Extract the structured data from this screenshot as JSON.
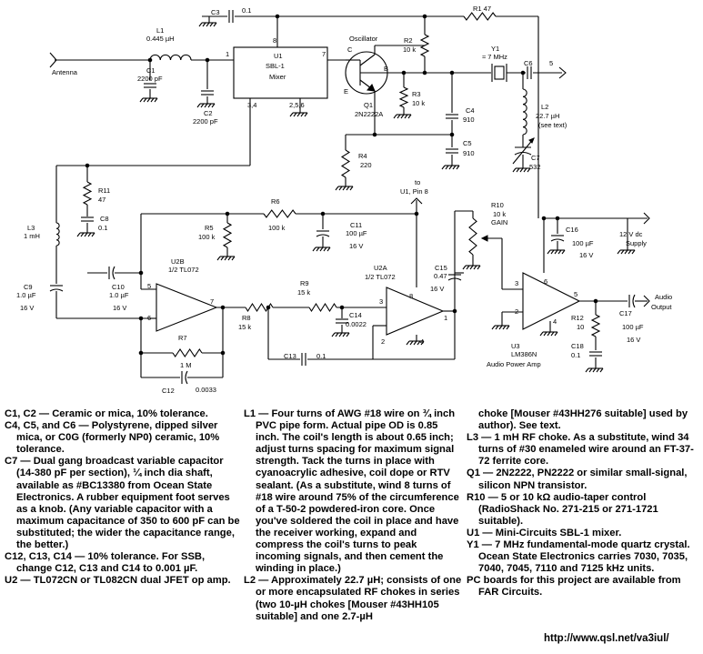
{
  "schematic": {
    "labels": {
      "c3": "C3",
      "c3_val": "0.1",
      "r1": "R1 47",
      "l1": "L1",
      "l1_val": "0.445 µH",
      "c1": "C1",
      "c1_val": "2200 pF",
      "c2": "C2",
      "c2_val": "2200 pF",
      "antenna": "Antenna",
      "u1": "U1",
      "u1_type": "SBL-1",
      "u1_role": "Mixer",
      "u1_pin1": "1",
      "u1_pin8": "8",
      "u1_pin7": "7",
      "u1_pin34": "3,4",
      "u1_pin256": "2,5,6",
      "oscillator": "Oscillator",
      "q1_c": "C",
      "q1_b": "B",
      "q1_e": "E",
      "q1": "Q1",
      "q1_type": "2N2222A",
      "r2": "R2",
      "r2_val": "10 k",
      "r3": "R3",
      "r3_val": "10 k",
      "r4": "R4",
      "r4_val": "220",
      "y1": "Y1",
      "y1_val": "≈ 7 MHz",
      "c4": "C4",
      "c4_val": "910",
      "c5": "C5",
      "c5_val": "910",
      "c6": "C6",
      "c6_pin": "5",
      "l2": "L2",
      "l2_val": "22.7 µH",
      "l2_note": "(see text)",
      "c7": "C7",
      "c7_val": "532",
      "r11": "R11",
      "r11_val": "47",
      "c8": "C8",
      "c8_val": "0.1",
      "l3": "L3",
      "l3_val": "1 mH",
      "r6": "R6",
      "r6_val": "100 k",
      "r5": "R5",
      "r5_val": "100 k",
      "c11": "C11",
      "c11_v1": "100 µF",
      "c11_v2": "16 V",
      "to": "to",
      "to_pin": "U1, Pin 8",
      "r10": "R10",
      "r10_val": "10 k",
      "r10_gain": "GAIN",
      "c16": "C16",
      "c16_v1": "100 µF",
      "c16_v2": "16 V",
      "supply_v": "12   V dc",
      "supply": "Supply",
      "c9": "C9",
      "c9_v1": "1.0 µF",
      "c9_v2": "16 V",
      "c10": "C10",
      "c10_v1": "1.0 µF",
      "c10_v2": "16 V",
      "u2b": "U2B",
      "u2b_type": "1/2 TL072",
      "u2b_p5": "5",
      "u2b_p6": "6",
      "u2b_p7": "7",
      "r8": "R8",
      "r8_val": "15 k",
      "r9": "R9",
      "r9_val": "15 k",
      "u2a": "U2A",
      "u2a_type": "1/2 TL072",
      "c14": "C14",
      "c14_val": "0.0022",
      "u2a_p3": "3",
      "u2a_p8": "8",
      "u2a_p2": "2",
      "u2a_p4": "4",
      "u2a_p1": "1",
      "c15": "C15",
      "c15_v1": "0.47",
      "c15_v2": "16 V",
      "r7": "R7",
      "r7_val": "1 M",
      "c13": "C13",
      "c13_val": "0.1",
      "c12": "C12",
      "c12_val": "0.0033",
      "u3_p3": "3",
      "u3_p2": "2",
      "u3_p6": "6",
      "u3_p4": "4",
      "u3_p5": "5",
      "u3": "U3",
      "u3_type": "LM386N",
      "u3_role": "Audio Power Amp",
      "r12": "R12",
      "r12_val": "10",
      "c18": "C18",
      "c18_val": "0.1",
      "c17": "C17",
      "c17_v1": "100 µF",
      "c17_v2": "16 V",
      "audio": "Audio",
      "output": "Output"
    }
  },
  "notes": {
    "col1": [
      "C1, C2 — Ceramic or mica, 10% tolerance.",
      "C4, C5, and C6 — Polystyrene, dipped silver mica, or C0G (formerly NP0) ceramic, 10% tolerance.",
      "C7 — Dual gang broadcast variable capacitor (14-380 pF per section), ¼ inch dia shaft, available as #BC13380 from Ocean State Electronics. A rubber equipment foot serves as a knob. (Any variable capacitor with a maximum capacitance of 350 to 600 pF can be substituted; the wider the capacitance range, the better.)",
      "C12, C13, C14 — 10% tolerance. For SSB, change C12, C13 and C14 to 0.001 µF.",
      "U2 — TL072CN or TL082CN dual JFET op amp."
    ],
    "col2": [
      "L1 — Four turns of AWG #18 wire on ¾ inch PVC pipe form. Actual pipe OD is 0.85 inch. The coil's length is about 0.65 inch; adjust turns spacing for maximum signal strength. Tack the turns in place with cyanoacrylic adhesive, coil dope or RTV sealant. (As a substitute, wind 8 turns of #18 wire around 75% of the circumference of a T-50-2 powdered-iron core. Once you've soldered the coil in place and have the receiver working, expand and compress the coil's turns to peak incoming signals, and then cement the winding in place.)",
      "L2 — Approximately 22.7 µH; consists of one or more encapsulated RF chokes in series (two 10-µH chokes [Mouser #43HH105 suitable] and one 2.7-µH"
    ],
    "col3": [
      "choke [Mouser #43HH276 suitable] used by author). See text.",
      "L3 — 1 mH RF choke. As a substitute, wind 34 turns of #30 enameled wire around an FT-37-72 ferrite core.",
      "Q1 — 2N2222, PN2222 or similar small-signal, silicon NPN transistor.",
      "R10 — 5 or 10 kΩ audio-taper control (RadioShack No. 271-215 or 271-1721 suitable).",
      "U1 — Mini-Circuits SBL-1 mixer.",
      "Y1 — 7 MHz fundamental-mode quartz crystal. Ocean State Electronics carries 7030, 7035, 7040, 7045, 7110 and 7125 kHz units.",
      "PC boards for this project are available from FAR Circuits."
    ]
  },
  "url": "http://www.qsl.net/va3iul/"
}
